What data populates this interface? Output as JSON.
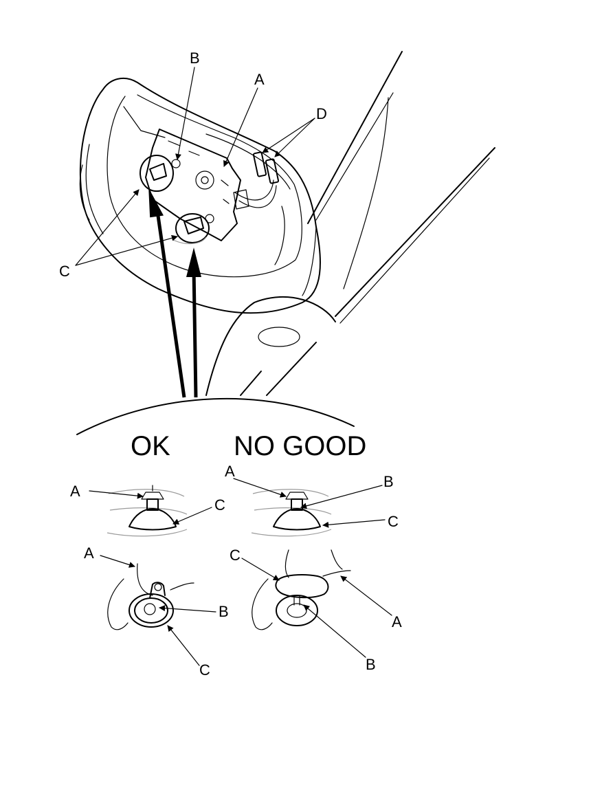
{
  "main_view": {
    "labels": {
      "a": "A",
      "b": "B",
      "c": "C",
      "d": "D"
    }
  },
  "detail": {
    "ok_heading": "OK",
    "no_good_heading": "NO GOOD",
    "ok_top": {
      "a": "A",
      "c": "C"
    },
    "ok_bottom": {
      "a": "A",
      "b": "B",
      "c": "C"
    },
    "ng_top": {
      "a": "A",
      "b": "B",
      "c": "C"
    },
    "ng_bottom": {
      "a": "A",
      "b": "B",
      "c": "C"
    }
  }
}
